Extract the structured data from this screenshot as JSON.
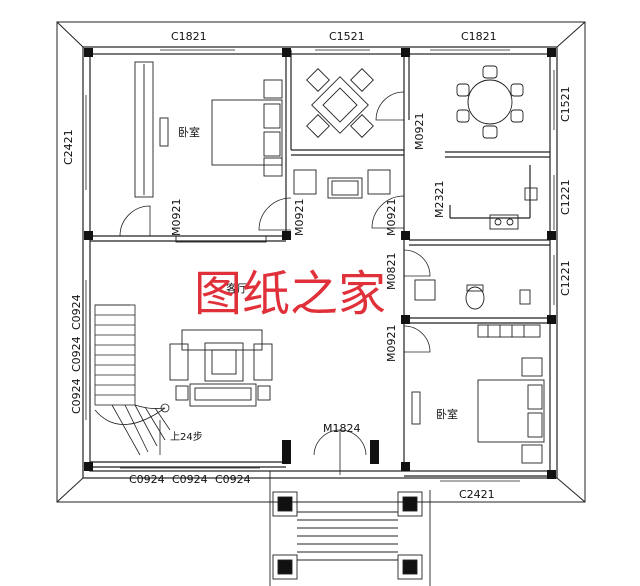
{
  "watermark": "图纸之家",
  "rooms": {
    "bedroom_top": "卧室",
    "bedroom_bottom": "卧室",
    "living": "客厅"
  },
  "stair_label": "上24步",
  "windows": {
    "top_left": "C1821",
    "top_mid": "C1521",
    "top_right": "C1821",
    "left_upper": "C2421",
    "right_upper": "C1521",
    "right_mid": "C1221",
    "right_lower": "C1221",
    "left_lower_1": "C0924",
    "left_lower_2": "C0924",
    "left_lower_3": "C0924",
    "bottom_left_1": "C0924",
    "bottom_left_2": "C0924",
    "bottom_left_3": "C0924",
    "bottom_right": "C2421"
  },
  "doors": {
    "bedroom_top": "M0921",
    "dining": "M0921",
    "hall_left": "M0921",
    "hall_right": "M0921",
    "kitchen": "M2321",
    "bath": "M0821",
    "bedroom_bottom": "M0921",
    "entrance": "M1824"
  }
}
